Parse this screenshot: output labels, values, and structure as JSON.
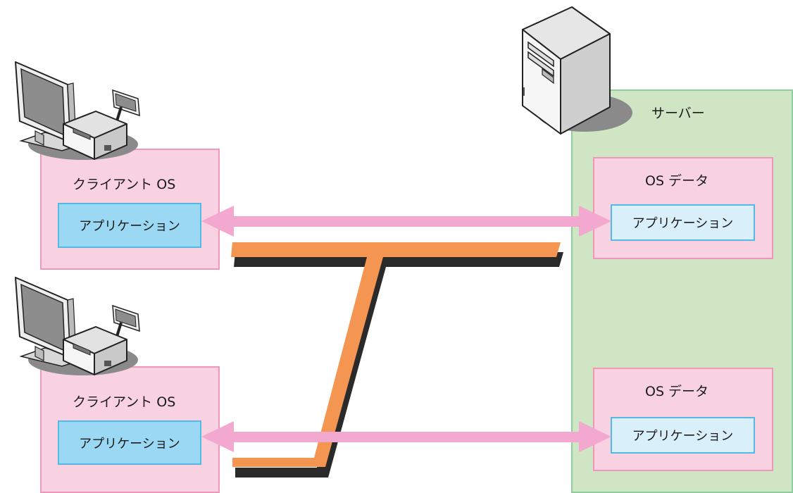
{
  "diagram": {
    "server": {
      "label": "サーバー",
      "os_data": [
        {
          "label": "OS データ",
          "app_label": "アプリケーション"
        },
        {
          "label": "OS データ",
          "app_label": "アプリケーション"
        }
      ]
    },
    "clients": [
      {
        "os_label": "クライアント OS",
        "app_label": "アプリケーション"
      },
      {
        "os_label": "クライアント OS",
        "app_label": "アプリケーション"
      }
    ],
    "colors": {
      "os_box_fill": "#f8d2e1",
      "os_box_border": "#ef98bb",
      "server_area_fill": "#cfe5c3",
      "server_area_border": "#8dcfa0",
      "app_client_fill": "#9bd8f3",
      "app_server_fill": "#d9effa",
      "app_border": "#55b9e6",
      "network_line": "#f49552",
      "arrow": "#f3a8cf"
    }
  }
}
